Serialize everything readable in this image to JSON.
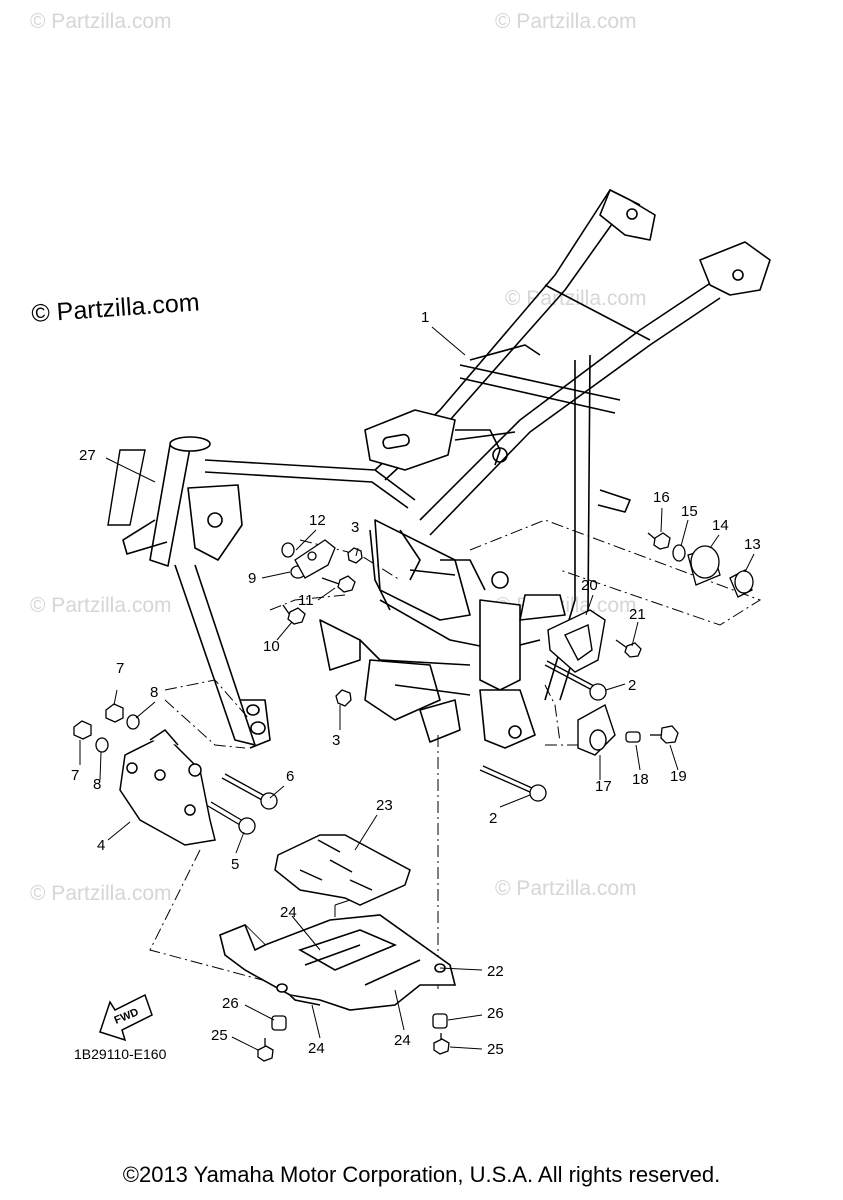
{
  "watermark": {
    "text": "© Partzilla.com",
    "main_text": "© Partzilla.com"
  },
  "diagram_code": "1B29110-E160",
  "fwd_label": "FWD",
  "copyright": "©2013 Yamaha Motor Corporation, U.S.A. All rights reserved.",
  "part_labels": [
    "1",
    "2",
    "2",
    "3",
    "3",
    "4",
    "5",
    "6",
    "7",
    "7",
    "8",
    "8",
    "9",
    "10",
    "11",
    "12",
    "13",
    "14",
    "15",
    "16",
    "17",
    "18",
    "19",
    "20",
    "21",
    "22",
    "23",
    "24",
    "24",
    "24",
    "25",
    "25",
    "26",
    "26",
    "27"
  ]
}
